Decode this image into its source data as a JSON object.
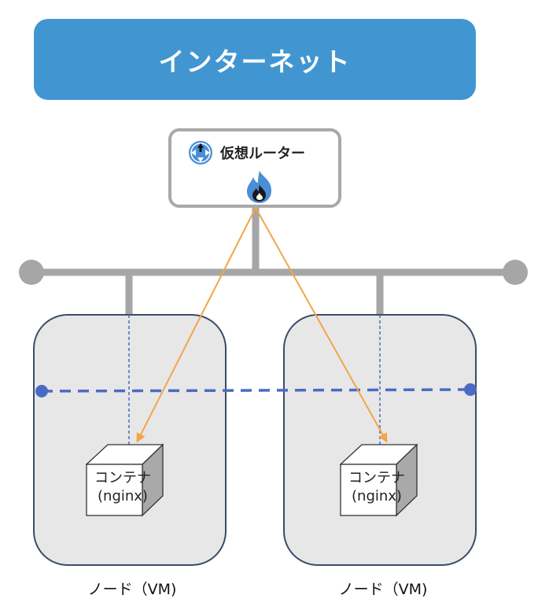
{
  "internet": {
    "label": "インターネット"
  },
  "router": {
    "label": "仮想ルーター",
    "icon": "router-icon",
    "firewall_icon": "flame-icon"
  },
  "nodes": [
    {
      "label": "ノード（VM)",
      "container": {
        "line1": "コンテナ",
        "line2": "(nginx)"
      }
    },
    {
      "label": "ノード（VM)",
      "container": {
        "line1": "コンテナ",
        "line2": "(nginx)"
      }
    }
  ],
  "colors": {
    "internet": "#4196d2",
    "router_border": "#a9a9a9",
    "network_bar": "#a6a6a6",
    "overlay_line": "#4a6bc4",
    "arrow": "#f2a54a",
    "node_fill": "#e7e7e7",
    "node_border": "#3b4b68"
  }
}
